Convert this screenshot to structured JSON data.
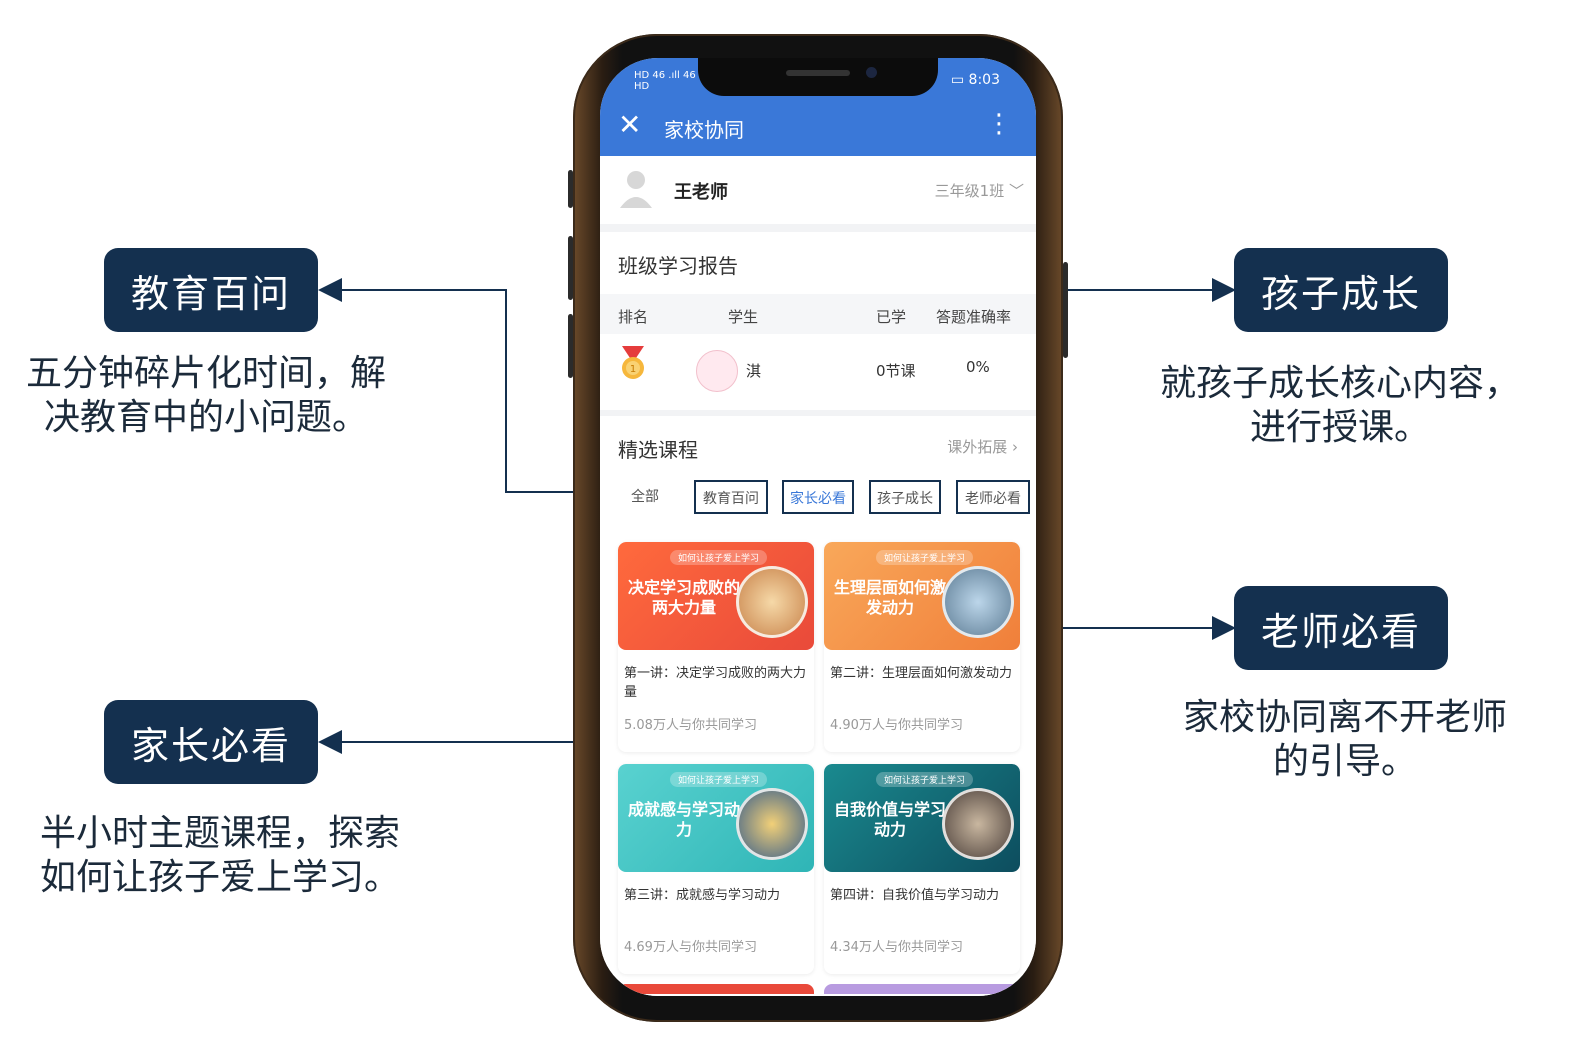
{
  "callouts": {
    "edu": {
      "label": "教育百问",
      "desc_line1": "五分钟碎片化时间，解",
      "desc_line2": "决教育中的小问题。"
    },
    "parent": {
      "label": "家长必看",
      "desc_line1": "半小时主题课程，探索",
      "desc_line2": "如何让孩子爱上学习。"
    },
    "growth": {
      "label": "孩子成长",
      "desc_line1": "就孩子成长核心内容，",
      "desc_line2": "进行授课。"
    },
    "teacher": {
      "label": "老师必看",
      "desc_line1": "家校协同离不开老师",
      "desc_line2": "的引导。"
    }
  },
  "status": {
    "network_left": "HD 46 .ıll 46",
    "network_left2": "HD",
    "time": "8:03",
    "battery_icon": "battery-icon"
  },
  "appbar": {
    "title": "家校协同",
    "close_icon": "close-icon",
    "more_icon": "more-vertical-icon"
  },
  "teacher": {
    "name": "王老师",
    "class": "三年级1班"
  },
  "report": {
    "title": "班级学习报告",
    "columns": [
      "排名",
      "学生",
      "已学",
      "答题准确率"
    ],
    "rows": [
      {
        "student": "淇",
        "learned": "0节课",
        "accuracy": "0%"
      }
    ]
  },
  "courses": {
    "title": "精选课程",
    "more": "课外拓展",
    "tabs": [
      "全部",
      "教育百问",
      "家长必看",
      "孩子成长",
      "老师必看"
    ],
    "active_tab": "家长必看",
    "items": [
      {
        "tag": "如何让孩子爱上学习",
        "thumb": "决定学习成败的两大力量",
        "name": "第一讲：决定学习成败的两大力量",
        "count": "5.08万人与你共同学习",
        "color": "#f05a3c"
      },
      {
        "tag": "如何让孩子爱上学习",
        "thumb": "生理层面如何激发动力",
        "name": "第二讲：生理层面如何激发动力",
        "count": "4.90万人与你共同学习",
        "color": "#f49a4a"
      },
      {
        "tag": "如何让孩子爱上学习",
        "thumb": "成就感与学习动力",
        "name": "第三讲：成就感与学习动力",
        "count": "4.69万人与你共同学习",
        "color": "#43c6c6"
      },
      {
        "tag": "如何让孩子爱上学习",
        "thumb": "自我价值与学习动力",
        "name": "第四讲：自我价值与学习动力",
        "count": "4.34万人与你共同学习",
        "color": "#0f6a78"
      }
    ]
  },
  "colors": {
    "accent": "#3a78d8",
    "label_bg": "#14304f"
  }
}
